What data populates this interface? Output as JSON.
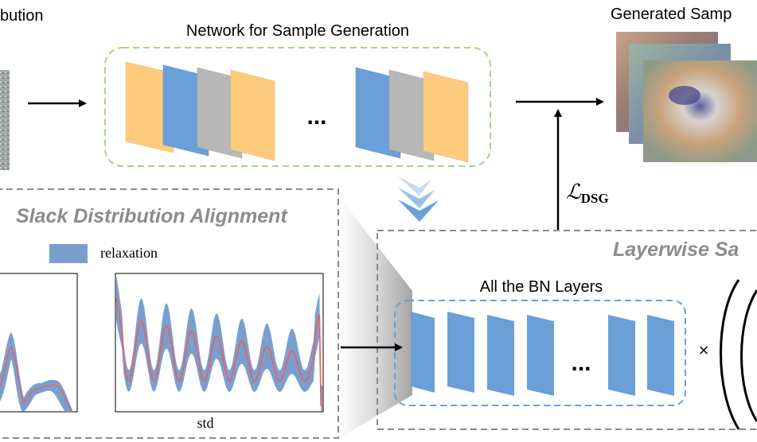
{
  "labels": {
    "distribution": "bution",
    "network": "Network for Sample Generation",
    "generated": "Generated Samp",
    "network_ellipsis": "...",
    "loss_script": "ℒ",
    "loss_sub": "DSG",
    "slack_title": "Slack Distribution Alignment",
    "legend": "relaxation",
    "std_label": "std",
    "layerwise_title": "Layerwise Sa",
    "bn_layers": "All the BN Layers",
    "bn_ellipsis": "...",
    "times": "×"
  },
  "colors": {
    "orange_layer": "#FDCB7E",
    "blue_layer": "#6A9FD8",
    "gray_layer": "#B7B7B7",
    "green_dash": "#A9D18E",
    "blue_dash": "#6A9FD8",
    "gray_dash": "#8C8C8C",
    "band_fill": "#7A9FCF",
    "mean_line": "#E06666",
    "title_gray": "#8C8C8C"
  },
  "icons": [
    "noise-image",
    "generated-image-stack",
    "chevron-down-icon",
    "right-arrow",
    "up-arrow"
  ]
}
